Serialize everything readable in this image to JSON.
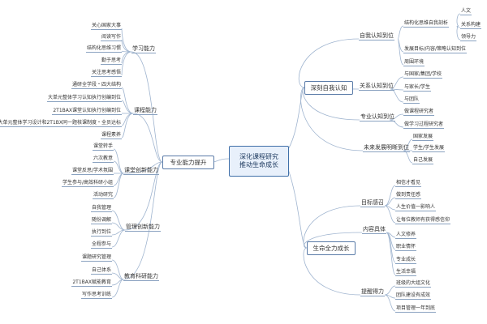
{
  "center": {
    "line1": "深化课程研究",
    "line2": "推动生命成长"
  },
  "right": {
    "self": {
      "label": "深刻自我认知",
      "a": {
        "label": "自我认知到位",
        "items": [
          "结构化思维自我剖析",
          "发展目标/内容/策略认知到位",
          "周围环境"
        ],
        "sub": [
          "人文",
          "关系构建",
          "领导力"
        ]
      },
      "b": {
        "label": "关系认知到位",
        "items": [
          "与国家/集团/学校",
          "与家长/学生",
          "与团队"
        ]
      },
      "c": {
        "label": "专业认知到位",
        "items": [
          "做课程研究者",
          "做学习过程研究者"
        ]
      },
      "d": {
        "label": "未来发展明晰到位",
        "items": [
          "国家发展",
          "学生/学生发展",
          "自己发展"
        ]
      }
    },
    "life": {
      "label": "生命全力成长",
      "a": {
        "label": "目标感召",
        "items": [
          "相信才看见",
          "做到责任感",
          "人生价值一影响人",
          "让每位教师有获得感信仰"
        ]
      },
      "b": {
        "label": "内容具体",
        "items": [
          "人文修养",
          "职业情怀",
          "专业成长",
          "生活幸福"
        ]
      },
      "c": {
        "label": "提醒得力",
        "items": [
          "班级的大组文化",
          "团队建设有成效",
          "项目管理一年到底"
        ]
      }
    }
  },
  "left": {
    "pro": {
      "label": "专业能力提升",
      "a": {
        "label": "学习能力",
        "items": [
          "关心国家大事",
          "阅读写作",
          "结构化思维习惯",
          "勤于思考",
          "关注思考感悟"
        ]
      },
      "b": {
        "label": "课程能力",
        "items": [
          "通研全学段・四大结构",
          "大单元整体学习认知执行创编到位",
          "2T1BAX课堂认知执行创编到位",
          "大单元整体学习设计和2T1BX同一题核课制度・全员达标",
          "课程素养"
        ]
      },
      "c": {
        "label": "课堂创新能力",
        "items": [
          "课堂转手",
          "六次教意",
          "课堂反思/学术氛围",
          "学生参与/高效科研小组",
          "活动研究"
        ]
      },
      "d": {
        "label": "管理创新能力",
        "items": [
          "自我管理",
          "随份调解",
          "执行到位",
          "全程参与"
        ]
      },
      "e": {
        "label": "教育科研能力",
        "items": [
          "课题研究管理",
          "自己体系",
          "2T1BAX赋能教育",
          "写作思考训练"
        ]
      }
    }
  }
}
